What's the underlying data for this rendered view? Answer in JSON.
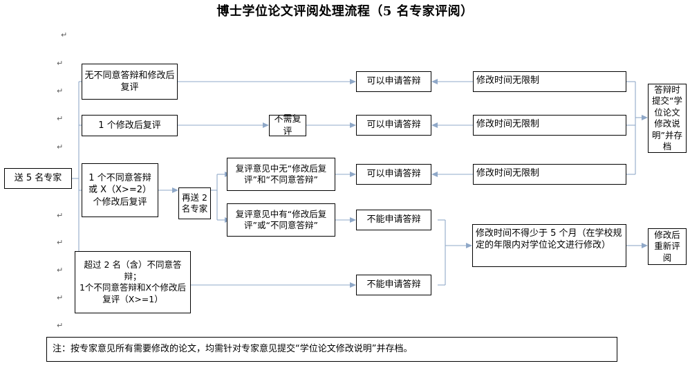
{
  "title": "博士学位论文评阅处理流程（5 名专家评阅）",
  "pilcrow_glyph": "↵",
  "colors": {
    "connector": "#8fa8c8",
    "box_border": "#000000",
    "background": "#ffffff",
    "text": "#000000"
  },
  "nodes": {
    "start": {
      "label": "送 5 名专家"
    },
    "branch_none_disagree": {
      "label": "无不同意答辩和修改后复评"
    },
    "branch_one_revise": {
      "label": "1 个修改后复评"
    },
    "branch_one_disagree": {
      "label": "1 个不同意答辩或 X（X>=2）个修改后复评"
    },
    "branch_over_two": {
      "label": "超过 2 名（含）不同意答辩；\n1个不同意答辩和X个修改后复评（X>=1）"
    },
    "resend_two": {
      "label": "再送 2 名专家"
    },
    "no_review_needed": {
      "label": "不需复评"
    },
    "reeval_without": {
      "label": "复评意见中无“修改后复评”和“不同意答辩”"
    },
    "reeval_with": {
      "label": "复评意见中有“修改后复评”或“不同意答辩”"
    },
    "may_apply_1": {
      "label": "可以申请答辩"
    },
    "may_apply_2": {
      "label": "可以申请答辩"
    },
    "may_apply_3": {
      "label": "可以申请答辩"
    },
    "cannot_apply_1": {
      "label": "不能申请答辩"
    },
    "cannot_apply_2": {
      "label": "不能申请答辩"
    },
    "no_time_limit_1": {
      "label": "修改时间无限制"
    },
    "no_time_limit_2": {
      "label": "修改时间无限制"
    },
    "no_time_limit_3": {
      "label": "修改时间无限制"
    },
    "time_at_least_five_months": {
      "label": "修改时间不得少于 5 个月（在学校规定的年限内对学位论文进行修改）"
    },
    "submit_at_defense": {
      "label": "答辩时提交“学位论文修改说明”并存档"
    },
    "re_review": {
      "label": "修改后重新评阅"
    },
    "footnote": {
      "label": "注：按专家意见所有需要修改的论文，均需针对专家意见提交“学位论文修改说明”并存档。"
    }
  }
}
